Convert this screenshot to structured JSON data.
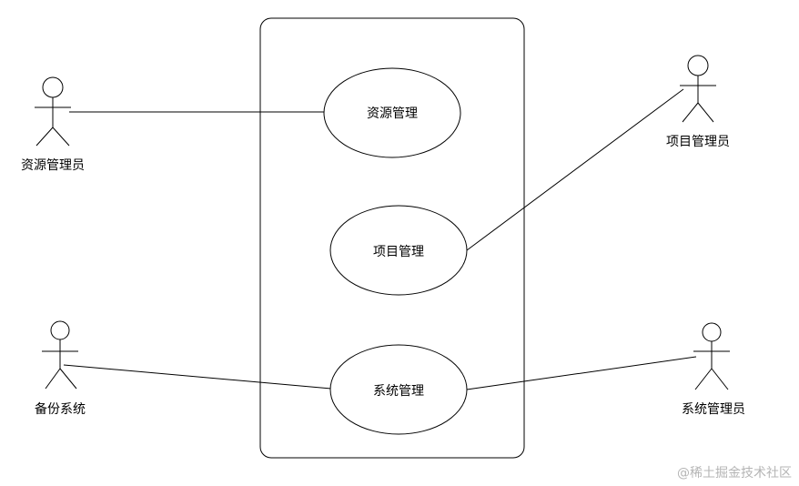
{
  "actors": {
    "resource_manager": "资源管理员",
    "project_manager": "项目管理员",
    "backup_system": "备份系统",
    "system_manager": "系统管理员"
  },
  "use_cases": {
    "resource_management": "资源管理",
    "project_management": "项目管理",
    "system_management": "系统管理"
  },
  "watermark": "@稀土掘金技术社区"
}
